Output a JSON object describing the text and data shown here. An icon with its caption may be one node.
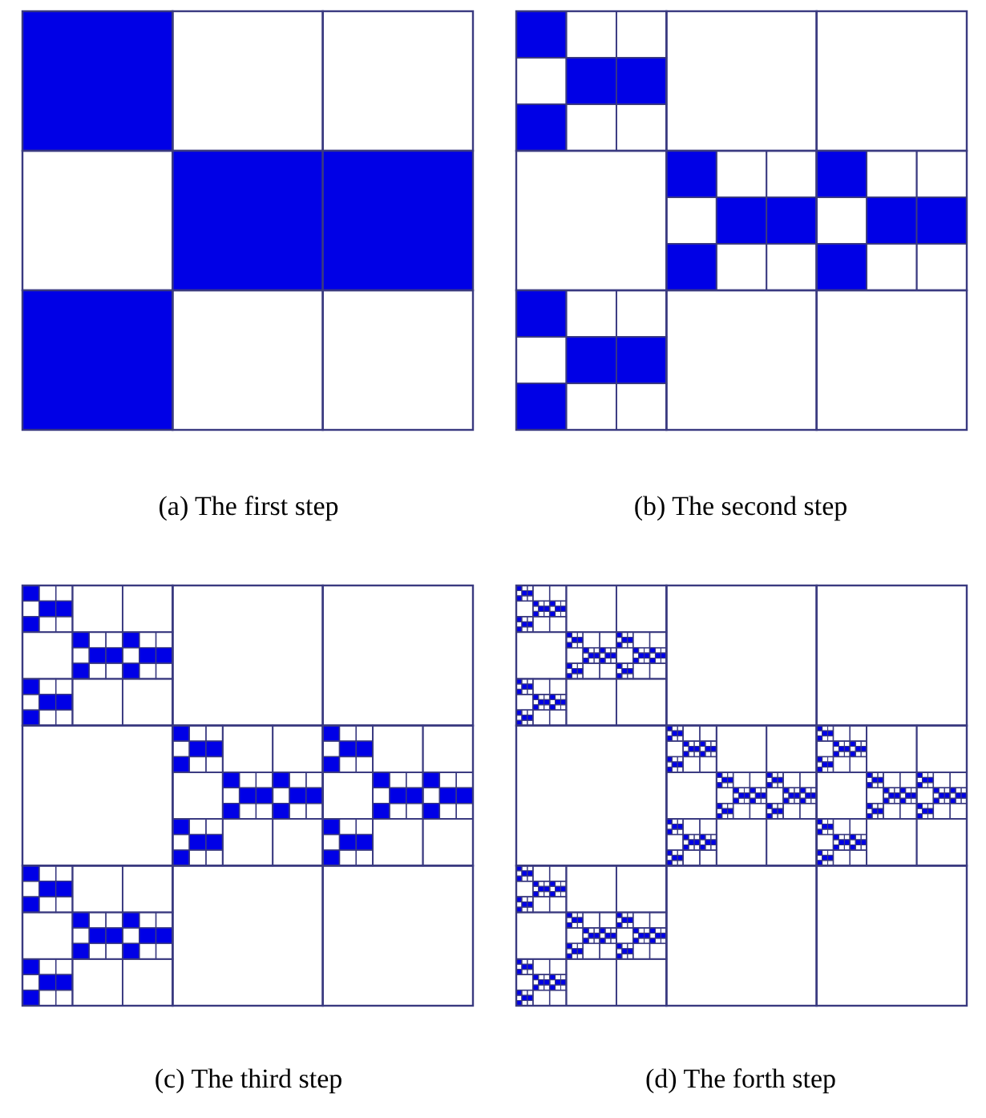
{
  "diagram": {
    "labels": [
      "(a) The first step",
      "(b) The second step",
      "(c) The third step",
      "(d) The forth step"
    ]
  }
}
